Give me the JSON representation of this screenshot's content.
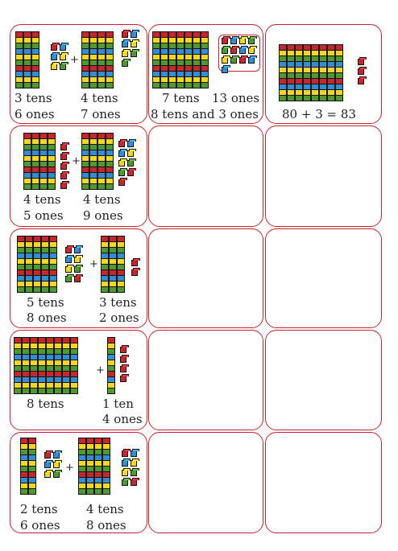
{
  "colors": {
    "border": "#c8262c",
    "red": "#c8262c",
    "green": "#4e9a2e",
    "yellow": "#f3d81c",
    "blue": "#2f8fd5"
  },
  "cards": [
    {
      "id": "r1c1",
      "labels": [
        "3 tens",
        "6 ones",
        "4 tens",
        "7 ones"
      ],
      "tens": [
        3,
        4
      ],
      "ones": [
        6,
        7
      ]
    },
    {
      "id": "r1c2",
      "labels": [
        "7 tens",
        "13 ones",
        "8 tens and 3 ones"
      ],
      "tens": [
        7
      ],
      "ones": [
        13
      ]
    },
    {
      "id": "r1c3",
      "labels": [
        "80 + 3 = 83"
      ],
      "tens": [
        8
      ],
      "ones": [
        3
      ]
    },
    {
      "id": "r2c1",
      "labels": [
        "4 tens",
        "5 ones",
        "4 tens",
        "9 ones"
      ],
      "tens": [
        4,
        4
      ],
      "ones": [
        5,
        9
      ]
    },
    {
      "id": "r3c1",
      "labels": [
        "5 tens",
        "8 ones",
        "3 tens",
        "2 ones"
      ],
      "tens": [
        5,
        3
      ],
      "ones": [
        8,
        2
      ]
    },
    {
      "id": "r4c1",
      "labels": [
        "8 tens",
        "1 ten",
        "4 ones"
      ],
      "tens": [
        8,
        1
      ],
      "ones": [
        0,
        4
      ]
    },
    {
      "id": "r5c1",
      "labels": [
        "2 tens",
        "6 ones",
        "4 tens",
        "8 ones"
      ],
      "tens": [
        2,
        4
      ],
      "ones": [
        6,
        8
      ]
    }
  ],
  "plus_sign": "+"
}
